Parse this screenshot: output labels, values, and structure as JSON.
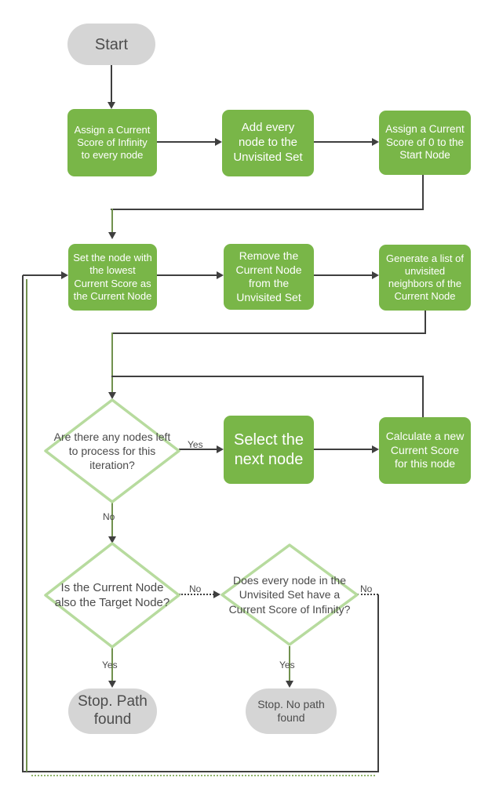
{
  "colors": {
    "process_fill": "#79b648",
    "process_text": "#ffffff",
    "terminal_fill": "#d5d5d5",
    "terminal_text": "#4d4d4d",
    "diamond_fill": "#ffffff",
    "diamond_border": "#b7db9e",
    "connector_dark": "#3f3f3f",
    "connector_green": "#71914e"
  },
  "nodes": {
    "start": {
      "label": "Start"
    },
    "assign_infinity": {
      "label": "Assign a Current Score of Infinity to every node"
    },
    "add_unvisited": {
      "label": "Add every node to the Unvisited Set"
    },
    "assign_zero": {
      "label": "Assign a Current Score of 0 to the Start Node"
    },
    "set_lowest": {
      "label": "Set the node with the lowest Current Score as the Current Node"
    },
    "remove_current": {
      "label": "Remove the Current Node from the Unvisited Set"
    },
    "generate_list": {
      "label": "Generate a list of unvisited neighbors of the Current Node"
    },
    "nodes_left": {
      "label": "Are there any nodes left to process for this iteration?"
    },
    "select_next": {
      "label": "Select the next node"
    },
    "calculate_score": {
      "label": "Calculate a new Current Score for this node"
    },
    "is_target": {
      "label": "Is the Current Node also the Target Node?"
    },
    "all_infinity": {
      "label": "Does every node in the Unvisited Set have a Current Score of Infinity?"
    },
    "stop_path_found": {
      "label": "Stop. Path found"
    },
    "stop_no_path": {
      "label": "Stop. No path found"
    }
  },
  "edge_labels": {
    "nodes_left_yes": "Yes",
    "nodes_left_no": "No",
    "is_target_no": "No",
    "is_target_yes": "Yes",
    "all_infinity_no": "No",
    "all_infinity_yes": "Yes"
  }
}
